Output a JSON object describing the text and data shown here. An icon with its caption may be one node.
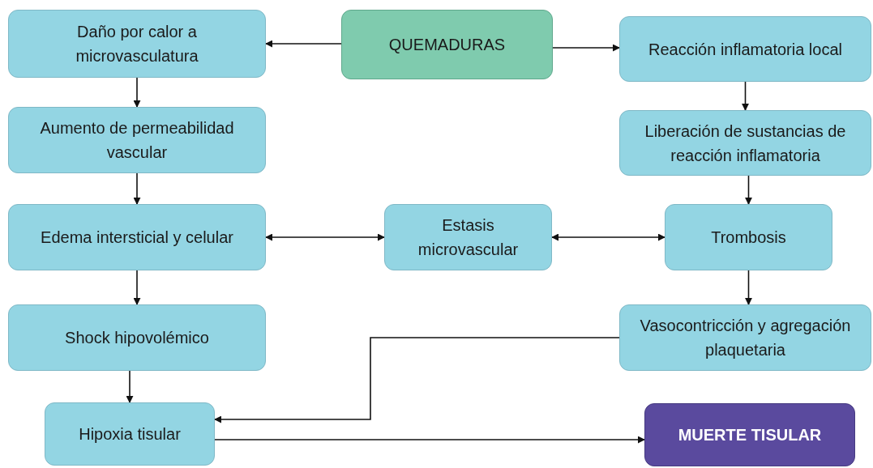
{
  "diagram": {
    "nodes": [
      {
        "text": [
          "QUEMADURAS"
        ]
      },
      {
        "text": [
          "Daño por calor a microvasculatura"
        ]
      },
      {
        "text": [
          "Reacción inflamatoria local"
        ]
      },
      {
        "text": [
          "Aumento de permeabilidad vascular"
        ]
      },
      {
        "text": [
          "Liberación de sustancias de reacción inflamatoria"
        ]
      },
      {
        "text": [
          "Edema intersticial y celular"
        ]
      },
      {
        "text": [
          "Estasis microvascular"
        ]
      },
      {
        "text": [
          "Trombosis"
        ]
      },
      {
        "text": [
          "Shock hipovolémico"
        ]
      },
      {
        "text": [
          "Vasocontricción y agregación plaquetaria"
        ]
      },
      {
        "text": [
          "Hipoxia tisular"
        ]
      },
      {
        "text": [
          "MUERTE TISULAR"
        ]
      }
    ],
    "edges": [
      {
        "from": 0,
        "to": 1,
        "arrow": "to"
      },
      {
        "from": 0,
        "to": 2,
        "arrow": "to"
      },
      {
        "from": 1,
        "to": 3,
        "arrow": "to"
      },
      {
        "from": 3,
        "to": 5,
        "arrow": "to"
      },
      {
        "from": 2,
        "to": 4,
        "arrow": "to"
      },
      {
        "from": 4,
        "to": 7,
        "arrow": "to"
      },
      {
        "from": 5,
        "to": 6,
        "arrow": "both"
      },
      {
        "from": 6,
        "to": 7,
        "arrow": "both"
      },
      {
        "from": 7,
        "to": 9,
        "arrow": "to"
      },
      {
        "from": 5,
        "to": 8,
        "arrow": "to"
      },
      {
        "from": 8,
        "to": 10,
        "arrow": "to"
      },
      {
        "from": 9,
        "to": 10,
        "arrow": "to"
      },
      {
        "from": 10,
        "to": 11,
        "arrow": "to"
      }
    ]
  }
}
